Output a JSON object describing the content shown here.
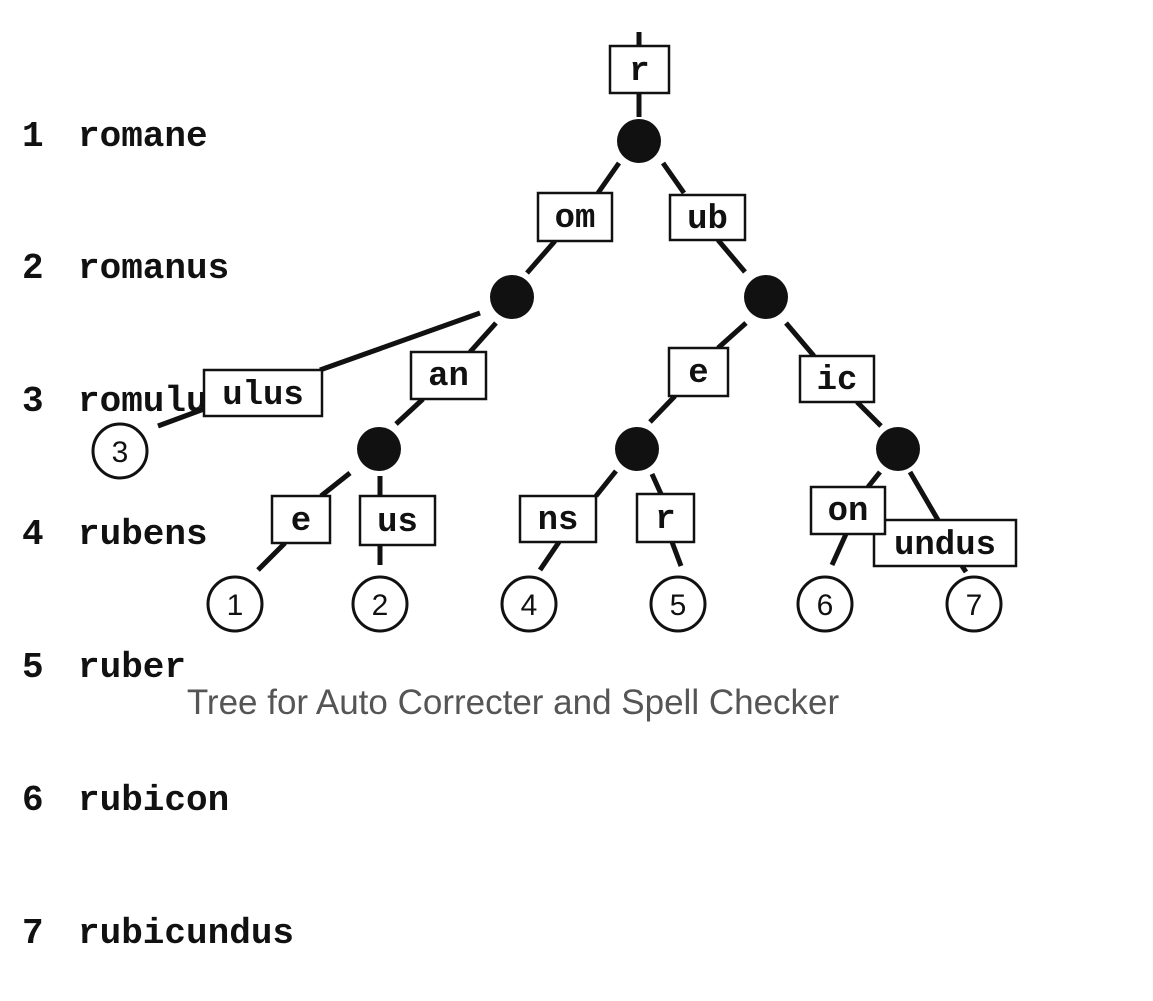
{
  "words": [
    {
      "num": "1",
      "word": "romane"
    },
    {
      "num": "2",
      "word": "romanus"
    },
    {
      "num": "3",
      "word": "romulus"
    },
    {
      "num": "4",
      "word": "rubens"
    },
    {
      "num": "5",
      "word": "ruber"
    },
    {
      "num": "6",
      "word": "rubicon"
    },
    {
      "num": "7",
      "word": "rubicundus"
    }
  ],
  "tree": {
    "root_label": "r",
    "edge_labels": {
      "om": "om",
      "ub": "ub",
      "ulus": "ulus",
      "an": "an",
      "e_rom": "e",
      "us": "us",
      "e_rub": "e",
      "ic": "ic",
      "ns": "ns",
      "r_leaf": "r",
      "on": "on",
      "undus": "undus"
    },
    "leaves": {
      "l1": "1",
      "l2": "2",
      "l3": "3",
      "l4": "4",
      "l5": "5",
      "l6": "6",
      "l7": "7"
    }
  },
  "caption": "Tree for Auto Correcter and Spell Checker",
  "colors": {
    "ink": "#111111",
    "caption": "#555555",
    "background": "#ffffff"
  }
}
